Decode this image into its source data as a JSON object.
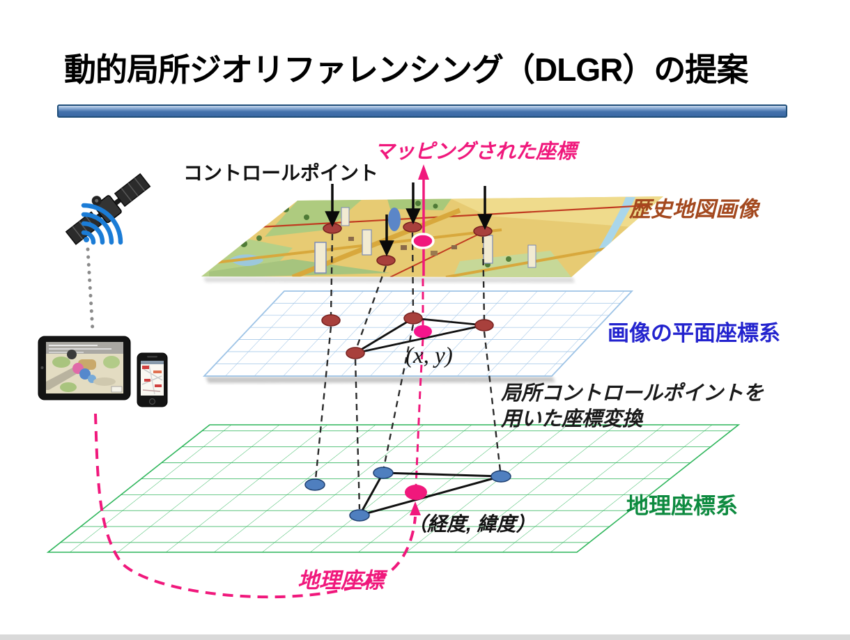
{
  "slide": {
    "title": "動的局所ジオリファレンシング（DLGR）の提案",
    "labels": {
      "mapped_coordinate": "マッピングされた座標",
      "control_point": "コントロールポイント",
      "historical_map_image": "歴史地図画像",
      "image_plane_system": "画像の平面座標系",
      "xy": "(x, y)",
      "local_cp_line1": "局所コントロールポイントを",
      "local_cp_line2": "用いた座標変換",
      "geographic_system": "地理座標系",
      "lonlat": "（経度, 緯度）",
      "geographic_coordinate": "地理座標"
    },
    "colors": {
      "accent_pink": "#F0187C",
      "label_brown": "#A3481E",
      "label_blue": "#2323CE",
      "label_green": "#0D8A3F",
      "grid_blue": "#9DC3E6",
      "grid_green": "#2DB55A",
      "control_point_red": "#A8403C",
      "geo_point_blue": "#4F7FBF",
      "title_bar_blue": "#4472AC",
      "wifi_blue": "#1B7CD6"
    }
  }
}
